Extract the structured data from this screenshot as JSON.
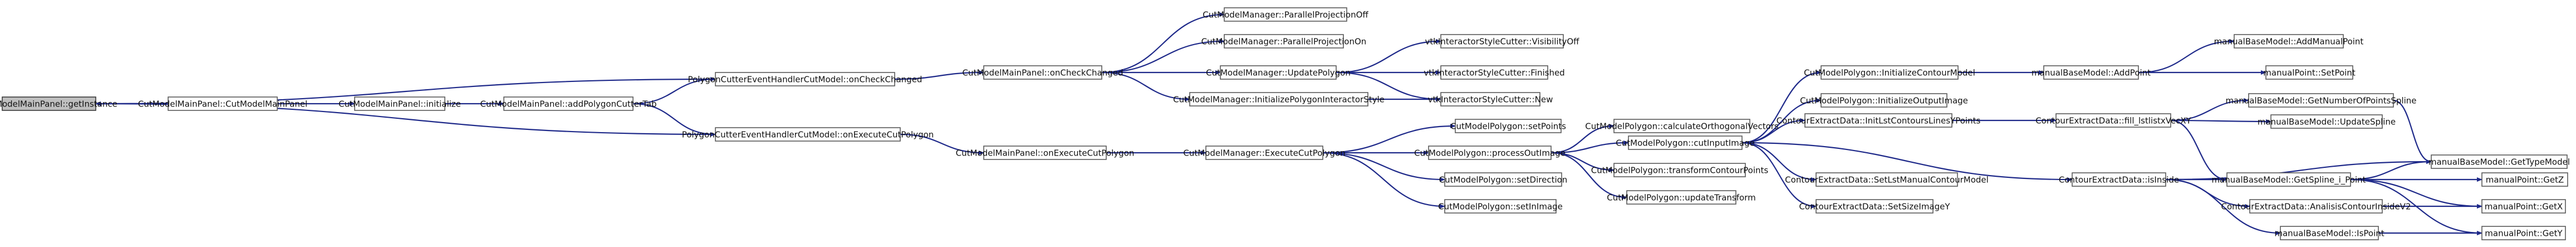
{
  "graph": {
    "nodes": [
      {
        "id": "n0",
        "label": "CutModelMainPanel::getInstance",
        "root": true
      },
      {
        "id": "n1",
        "label": "CutModelMainPanel::CutModelMainPanel"
      },
      {
        "id": "n2",
        "label": "CutModelMainPanel::initialize"
      },
      {
        "id": "n3",
        "label": "CutModelMainPanel::addPolygonCutterTab"
      },
      {
        "id": "n4",
        "label": "PolygonCutterEventHandlerCutModel::onCheckChanged"
      },
      {
        "id": "n5",
        "label": "PolygonCutterEventHandlerCutModel::onExecuteCutPolygon"
      },
      {
        "id": "n6",
        "label": "CutModelMainPanel::onCheckChanged"
      },
      {
        "id": "n7",
        "label": "CutModelMainPanel::onExecuteCutPolygon"
      },
      {
        "id": "n8",
        "label": "CutModelManager::ParallelProjectionOff"
      },
      {
        "id": "n9",
        "label": "CutModelManager::ParallelProjectionOn"
      },
      {
        "id": "n10",
        "label": "CutModelManager::UpdatePolygon"
      },
      {
        "id": "n11",
        "label": "CutModelManager::InitializePolygonInteractorStyle"
      },
      {
        "id": "n12",
        "label": "CutModelManager::ExecuteCutPolygon"
      },
      {
        "id": "n13",
        "label": "vtkInteractorStyleCutter::VisibilityOff"
      },
      {
        "id": "n14",
        "label": "vtkInteractorStyleCutter::Finished"
      },
      {
        "id": "n15",
        "label": "vtkInteractorStyleCutter::New"
      },
      {
        "id": "n16",
        "label": "CutModelPolygon::setPoints"
      },
      {
        "id": "n17",
        "label": "CutModelPolygon::processOutImage"
      },
      {
        "id": "n18",
        "label": "CutModelPolygon::setDirection"
      },
      {
        "id": "n19",
        "label": "CutModelPolygon::setInImage"
      },
      {
        "id": "n20",
        "label": "CutModelPolygon::calculateOrthogonalVectors"
      },
      {
        "id": "n21",
        "label": "CutModelPolygon::cutInputImage"
      },
      {
        "id": "n22",
        "label": "CutModelPolygon::transformContourPoints"
      },
      {
        "id": "n23",
        "label": "CutModelPolygon::updateTransform"
      },
      {
        "id": "n24",
        "label": "CutModelPolygon::InitializeContourModel"
      },
      {
        "id": "n25",
        "label": "CutModelPolygon::InitializeOutputImage"
      },
      {
        "id": "n26",
        "label": "ContourExtractData::InitLstContoursLinesYPoints"
      },
      {
        "id": "n27",
        "label": "ContourExtractData::SetLstManualContourModel"
      },
      {
        "id": "n28",
        "label": "ContourExtractData::SetSizeImageY"
      },
      {
        "id": "n29",
        "label": "manualBaseModel::AddPoint"
      },
      {
        "id": "n30",
        "label": "ContourExtractData::fill_lstlistxVecXY"
      },
      {
        "id": "n31",
        "label": "ContourExtractData::isInside"
      },
      {
        "id": "n32",
        "label": "manualBaseModel::AddManualPoint"
      },
      {
        "id": "n33",
        "label": "manualPoint::SetPoint"
      },
      {
        "id": "n34",
        "label": "manualBaseModel::GetNumberOfPointsSpline"
      },
      {
        "id": "n35",
        "label": "manualBaseModel::UpdateSpline"
      },
      {
        "id": "n36",
        "label": "manualBaseModel::GetSpline_i_Point"
      },
      {
        "id": "n37",
        "label": "ContourExtractData::AnalisisContourInsideV2"
      },
      {
        "id": "n38",
        "label": "manualBaseModel::IsPoint"
      },
      {
        "id": "n39",
        "label": "manualBaseModel::GetTypeModel"
      },
      {
        "id": "n40",
        "label": "manualPoint::GetZ"
      },
      {
        "id": "n41",
        "label": "manualPoint::GetX"
      },
      {
        "id": "n42",
        "label": "manualPoint::GetY"
      }
    ],
    "edges": [
      [
        "n1",
        "n2"
      ],
      [
        "n2",
        "n3"
      ],
      [
        "n3",
        "n4"
      ],
      [
        "n3",
        "n5"
      ],
      [
        "n4",
        "n0"
      ],
      [
        "n5",
        "n0"
      ],
      [
        "n4",
        "n6"
      ],
      [
        "n5",
        "n7"
      ],
      [
        "n6",
        "n8"
      ],
      [
        "n6",
        "n9"
      ],
      [
        "n6",
        "n10"
      ],
      [
        "n6",
        "n11"
      ],
      [
        "n7",
        "n12"
      ],
      [
        "n10",
        "n13"
      ],
      [
        "n10",
        "n14"
      ],
      [
        "n10",
        "n15"
      ],
      [
        "n11",
        "n15"
      ],
      [
        "n12",
        "n16"
      ],
      [
        "n12",
        "n17"
      ],
      [
        "n12",
        "n18"
      ],
      [
        "n12",
        "n19"
      ],
      [
        "n17",
        "n20"
      ],
      [
        "n17",
        "n21"
      ],
      [
        "n17",
        "n22"
      ],
      [
        "n17",
        "n23"
      ],
      [
        "n21",
        "n24"
      ],
      [
        "n21",
        "n25"
      ],
      [
        "n21",
        "n26"
      ],
      [
        "n21",
        "n27"
      ],
      [
        "n21",
        "n28"
      ],
      [
        "n21",
        "n31"
      ],
      [
        "n24",
        "n29"
      ],
      [
        "n29",
        "n32"
      ],
      [
        "n29",
        "n33"
      ],
      [
        "n26",
        "n30"
      ],
      [
        "n30",
        "n34"
      ],
      [
        "n30",
        "n35"
      ],
      [
        "n30",
        "n36"
      ],
      [
        "n31",
        "n36"
      ],
      [
        "n31",
        "n37"
      ],
      [
        "n31",
        "n38"
      ],
      [
        "n31",
        "n39"
      ],
      [
        "n34",
        "n39"
      ],
      [
        "n36",
        "n39"
      ],
      [
        "n36",
        "n40"
      ],
      [
        "n36",
        "n41"
      ],
      [
        "n36",
        "n42"
      ],
      [
        "n37",
        "n41"
      ],
      [
        "n38",
        "n42"
      ]
    ]
  }
}
